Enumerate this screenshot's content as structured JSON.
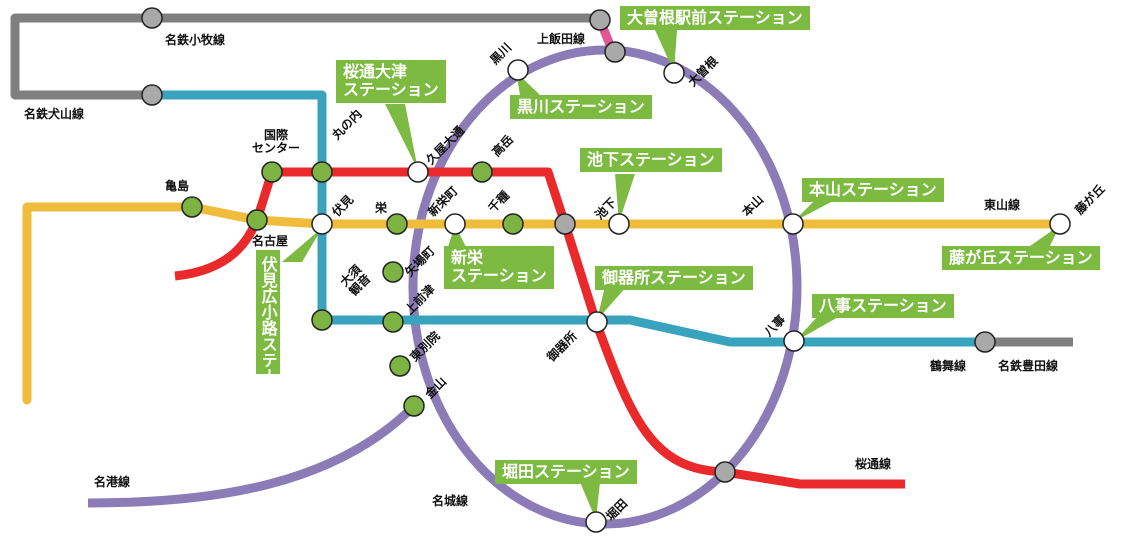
{
  "colors": {
    "meiko": "#8b7cb8",
    "yamaguchi": "#f0bc3c",
    "tsurumai": "#39a2bd",
    "sakuradori": "#ea2a2a",
    "meitetsu": "#7f7f7f",
    "kamiiida": "#e45891",
    "callout": "#7dba42",
    "station_plain": "#ffffff",
    "station_green": "#7cb342",
    "station_gray": "#a9a9a9"
  },
  "line_labels": {
    "komaki": "名鉄小牧線",
    "inuyama": "名鉄犬山線",
    "kamiiida": "上飯田線",
    "higashiyama": "東山線",
    "tsurumai": "鶴舞線",
    "toyota": "名鉄豊田線",
    "meiko": "名港線",
    "meijo": "名城線",
    "sakuradori": "桜通線"
  },
  "station_labels": {
    "kokusai": "国際\nセンター",
    "marunouchi": "丸の内",
    "kamejima": "亀島",
    "nagoya": "名古屋",
    "fushimi": "伏見",
    "sakae": "栄",
    "shinsakae": "新栄町",
    "chikusa": "千種",
    "hisaya": "久屋大通",
    "takaoka": "高岳",
    "kurokawa": "黒川",
    "ozone": "大曽根",
    "ikeshita": "池下",
    "motoyama": "本山",
    "fujigaoka": "藤が丘",
    "yabacho": "矢場町",
    "osu": "大須\n観音",
    "kamimaezu": "上前津",
    "higashibetsuin": "東別院",
    "kanayama": "金山",
    "gokiso": "御器所",
    "yagoto": "八事",
    "horita": "堀田"
  },
  "callouts": {
    "ozone_st": "大曽根駅前ステーション",
    "sakuradori_otsu": "桜通大津\nステーション",
    "kurokawa_st": "黒川ステーション",
    "ikeshita_st": "池下ステーション",
    "motoyama_st": "本山ステーション",
    "fujigaoka_st": "藤が丘ステーション",
    "shinsakae_st": "新栄\nステーション",
    "fushimi_st": "伏見広小路ステーション",
    "gokiso_st": "御器所ステーション",
    "yagoto_st": "八事ステーション",
    "horita_st": "堀田ステーション"
  }
}
